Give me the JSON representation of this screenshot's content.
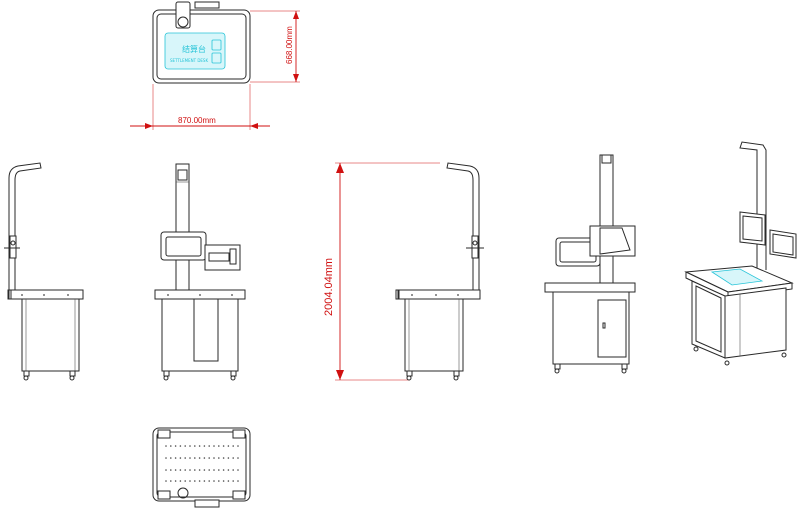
{
  "dimensions": {
    "depth_label": "668.00mm",
    "width_label": "870.00mm",
    "height_label": "2004.04mm"
  },
  "top_view": {
    "screen_title": "结算台",
    "screen_subtitle": "SETTLEMENT DESK"
  },
  "colors": {
    "dimension": "#d01010",
    "outline": "#2a2a2a",
    "screen_glow": "#27c4d8"
  }
}
